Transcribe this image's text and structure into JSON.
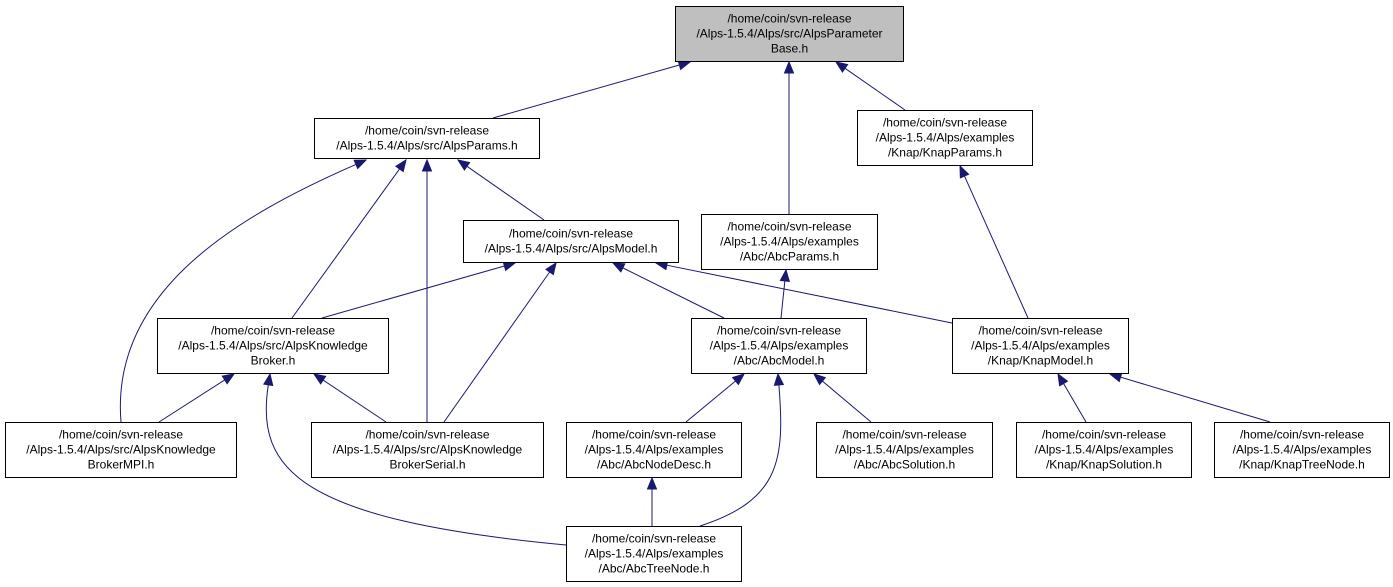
{
  "colors": {
    "root_fill": "#bfbfbf",
    "node_fill": "#ffffff",
    "edge": "#191970"
  },
  "nodes": [
    {
      "id": "paramBase",
      "root": true,
      "lines": [
        "/home/coin/svn-release",
        "/Alps-1.5.4/Alps/src/AlpsParameter",
        "Base.h"
      ]
    },
    {
      "id": "alpsParams",
      "lines": [
        "/home/coin/svn-release",
        "/Alps-1.5.4/Alps/src/AlpsParams.h"
      ]
    },
    {
      "id": "knapParams",
      "lines": [
        "/home/coin/svn-release",
        "/Alps-1.5.4/Alps/examples",
        "/Knap/KnapParams.h"
      ]
    },
    {
      "id": "alpsModel",
      "lines": [
        "/home/coin/svn-release",
        "/Alps-1.5.4/Alps/src/AlpsModel.h"
      ]
    },
    {
      "id": "abcParams",
      "lines": [
        "/home/coin/svn-release",
        "/Alps-1.5.4/Alps/examples",
        "/Abc/AbcParams.h"
      ]
    },
    {
      "id": "kbBroker",
      "lines": [
        "/home/coin/svn-release",
        "/Alps-1.5.4/Alps/src/AlpsKnowledge",
        "Broker.h"
      ]
    },
    {
      "id": "abcModel",
      "lines": [
        "/home/coin/svn-release",
        "/Alps-1.5.4/Alps/examples",
        "/Abc/AbcModel.h"
      ]
    },
    {
      "id": "knapModel",
      "lines": [
        "/home/coin/svn-release",
        "/Alps-1.5.4/Alps/examples",
        "/Knap/KnapModel.h"
      ]
    },
    {
      "id": "kbMPI",
      "lines": [
        "/home/coin/svn-release",
        "/Alps-1.5.4/Alps/src/AlpsKnowledge",
        "BrokerMPI.h"
      ]
    },
    {
      "id": "kbSerial",
      "lines": [
        "/home/coin/svn-release",
        "/Alps-1.5.4/Alps/src/AlpsKnowledge",
        "BrokerSerial.h"
      ]
    },
    {
      "id": "abcNodeDesc",
      "lines": [
        "/home/coin/svn-release",
        "/Alps-1.5.4/Alps/examples",
        "/Abc/AbcNodeDesc.h"
      ]
    },
    {
      "id": "abcSolution",
      "lines": [
        "/home/coin/svn-release",
        "/Alps-1.5.4/Alps/examples",
        "/Abc/AbcSolution.h"
      ]
    },
    {
      "id": "knapSolution",
      "lines": [
        "/home/coin/svn-release",
        "/Alps-1.5.4/Alps/examples",
        "/Knap/KnapSolution.h"
      ]
    },
    {
      "id": "knapTreeNode",
      "lines": [
        "/home/coin/svn-release",
        "/Alps-1.5.4/Alps/examples",
        "/Knap/KnapTreeNode.h"
      ]
    },
    {
      "id": "abcTreeNode",
      "lines": [
        "/home/coin/svn-release",
        "/Alps-1.5.4/Alps/examples",
        "/Abc/AbcTreeNode.h"
      ]
    }
  ],
  "edges": [
    {
      "from": "alpsParams",
      "to": "paramBase"
    },
    {
      "from": "abcParams",
      "to": "paramBase"
    },
    {
      "from": "knapParams",
      "to": "paramBase"
    },
    {
      "from": "kbMPI",
      "to": "alpsParams"
    },
    {
      "from": "kbBroker",
      "to": "alpsParams"
    },
    {
      "from": "kbSerial",
      "to": "alpsParams"
    },
    {
      "from": "alpsModel",
      "to": "alpsParams"
    },
    {
      "from": "knapModel",
      "to": "knapParams"
    },
    {
      "from": "kbBroker",
      "to": "alpsModel"
    },
    {
      "from": "kbSerial",
      "to": "alpsModel"
    },
    {
      "from": "abcModel",
      "to": "alpsModel"
    },
    {
      "from": "knapModel",
      "to": "alpsModel"
    },
    {
      "from": "abcModel",
      "to": "abcParams"
    },
    {
      "from": "kbMPI",
      "to": "kbBroker"
    },
    {
      "from": "kbSerial",
      "to": "kbBroker"
    },
    {
      "from": "abcTreeNode",
      "to": "kbBroker"
    },
    {
      "from": "abcNodeDesc",
      "to": "abcModel"
    },
    {
      "from": "abcTreeNode",
      "to": "abcModel"
    },
    {
      "from": "abcSolution",
      "to": "abcModel"
    },
    {
      "from": "knapSolution",
      "to": "knapModel"
    },
    {
      "from": "knapTreeNode",
      "to": "knapModel"
    },
    {
      "from": "abcTreeNode",
      "to": "abcNodeDesc"
    }
  ]
}
